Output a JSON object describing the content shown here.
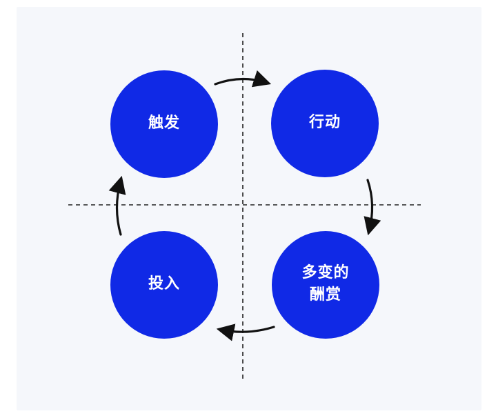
{
  "colors": {
    "background": "#f5f7fb",
    "node": "#1029e6",
    "node_text": "#ffffff",
    "arrow": "#111111",
    "axis": "#222222"
  },
  "nodes": {
    "trigger": {
      "label": "触发"
    },
    "action": {
      "label": "行动"
    },
    "reward": {
      "label": "多变的\n酬赏"
    },
    "investment": {
      "label": "投入"
    }
  },
  "axes": {
    "style": "dashed",
    "vertical": true,
    "horizontal": true
  },
  "flow": {
    "direction": "clockwise",
    "order": [
      "trigger",
      "action",
      "reward",
      "investment"
    ],
    "icon": "curved-arrow-icon"
  }
}
